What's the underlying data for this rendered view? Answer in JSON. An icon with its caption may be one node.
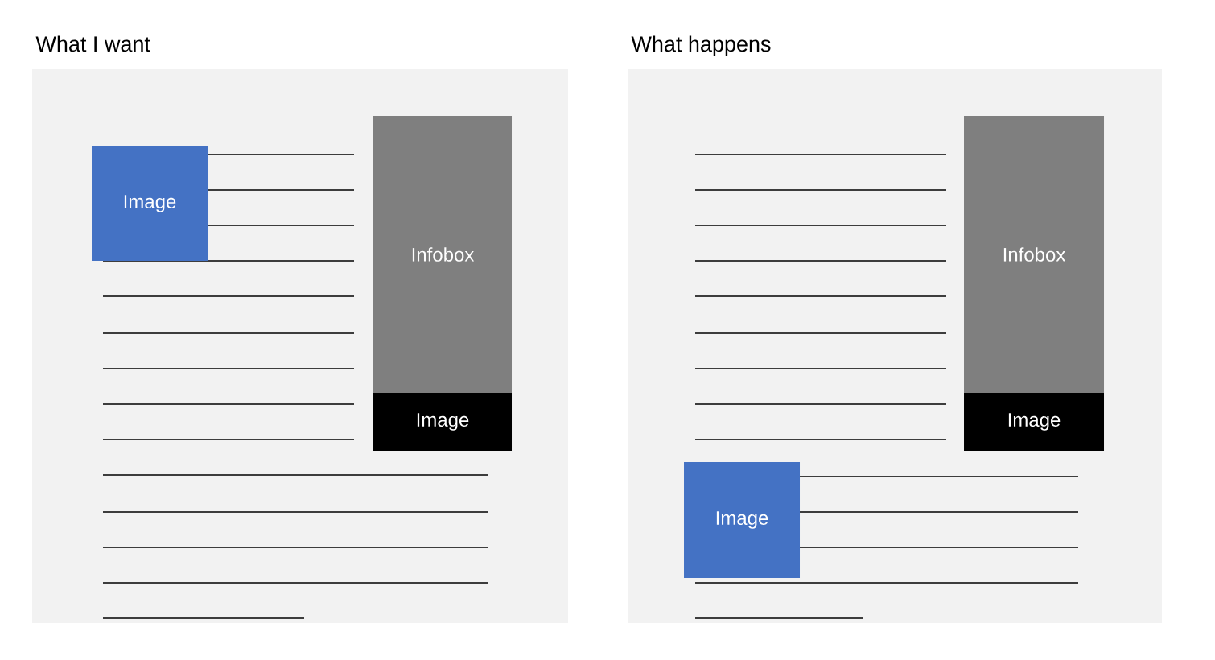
{
  "diagram": {
    "nodes": [
      {
        "text": [
          "What I want"
        ]
      },
      {
        "text": [
          "Image"
        ],
        "in": 0
      },
      {
        "text": [
          "Infobox"
        ],
        "in": 0
      },
      {
        "text": [
          "Image"
        ],
        "in": 0
      },
      {
        "text": [
          "What happens"
        ]
      },
      {
        "text": [
          "Infobox"
        ],
        "in": 4
      },
      {
        "text": [
          "Image"
        ],
        "in": 4
      },
      {
        "text": [
          "Image"
        ],
        "in": 4
      }
    ]
  }
}
